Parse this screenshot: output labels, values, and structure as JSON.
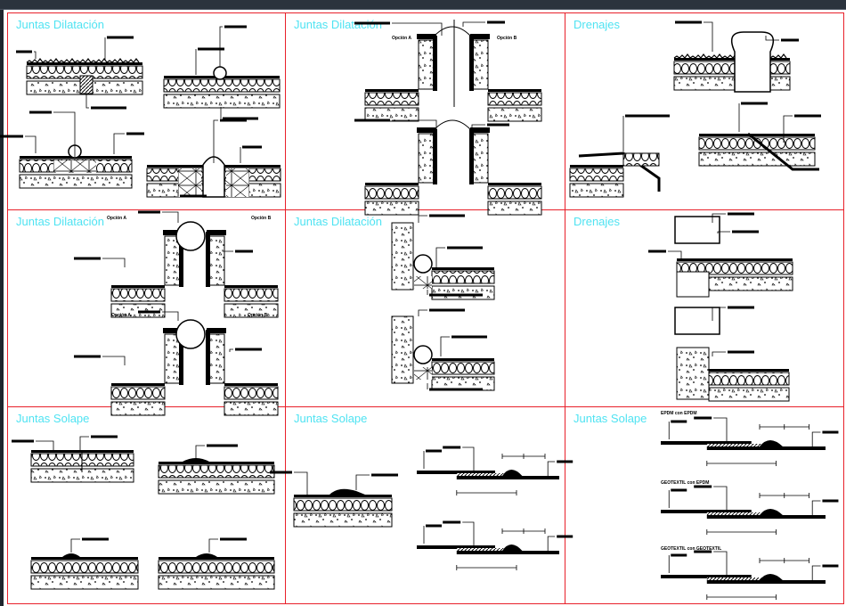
{
  "viewer": {
    "title": "CAD drawing viewer"
  },
  "panels": [
    {
      "title": "Juntas Dilatación"
    },
    {
      "title": "Juntas Dilatación",
      "labels": [
        "Opción A",
        "Opción B"
      ]
    },
    {
      "title": "Drenajes"
    },
    {
      "title": "Juntas Dilatación",
      "labels": [
        "Opción A",
        "Opción B",
        "Opción A",
        "Opción B"
      ]
    },
    {
      "title": "Juntas Dilatación"
    },
    {
      "title": "Drenajes"
    },
    {
      "title": "Juntas Solape"
    },
    {
      "title": "Juntas Solape"
    },
    {
      "title": "Juntas Solape",
      "labels": [
        "EPDM con EPDM",
        "GEOTEXTIL con EPDM",
        "GEOTEXTIL con GEOTEXTIL"
      ]
    }
  ],
  "colors": {
    "grid": "#e8202a",
    "title": "#4fe3f2",
    "ink": "#000000",
    "background": "#ffffff"
  }
}
